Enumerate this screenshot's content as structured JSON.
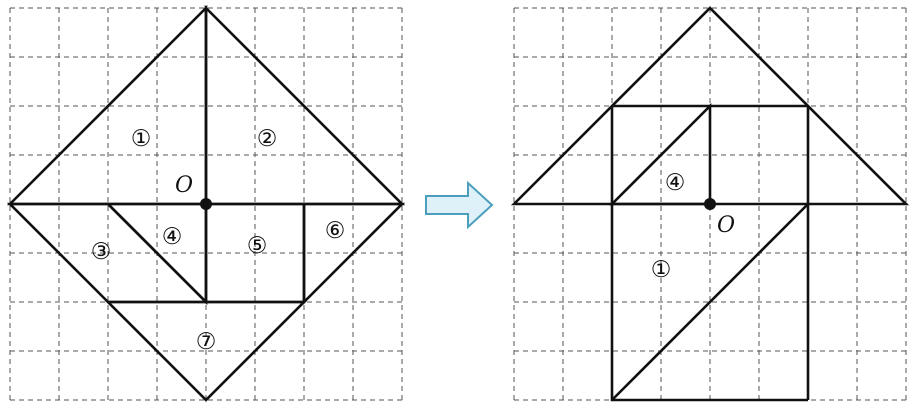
{
  "colors": {
    "line": "#111111",
    "grid": "#555555",
    "arrow_fill": "#dff1f8",
    "arrow_stroke": "#4b9fbd"
  },
  "left_figure": {
    "center_label": "O",
    "pieces": [
      {
        "label": "①"
      },
      {
        "label": "②"
      },
      {
        "label": "③"
      },
      {
        "label": "④"
      },
      {
        "label": "⑤"
      },
      {
        "label": "⑥"
      },
      {
        "label": "⑦"
      }
    ]
  },
  "arrow": {
    "icon": "right-arrow-icon"
  },
  "right_figure": {
    "center_label": "O",
    "pieces": [
      {
        "label": "④"
      },
      {
        "label": "①"
      }
    ]
  }
}
